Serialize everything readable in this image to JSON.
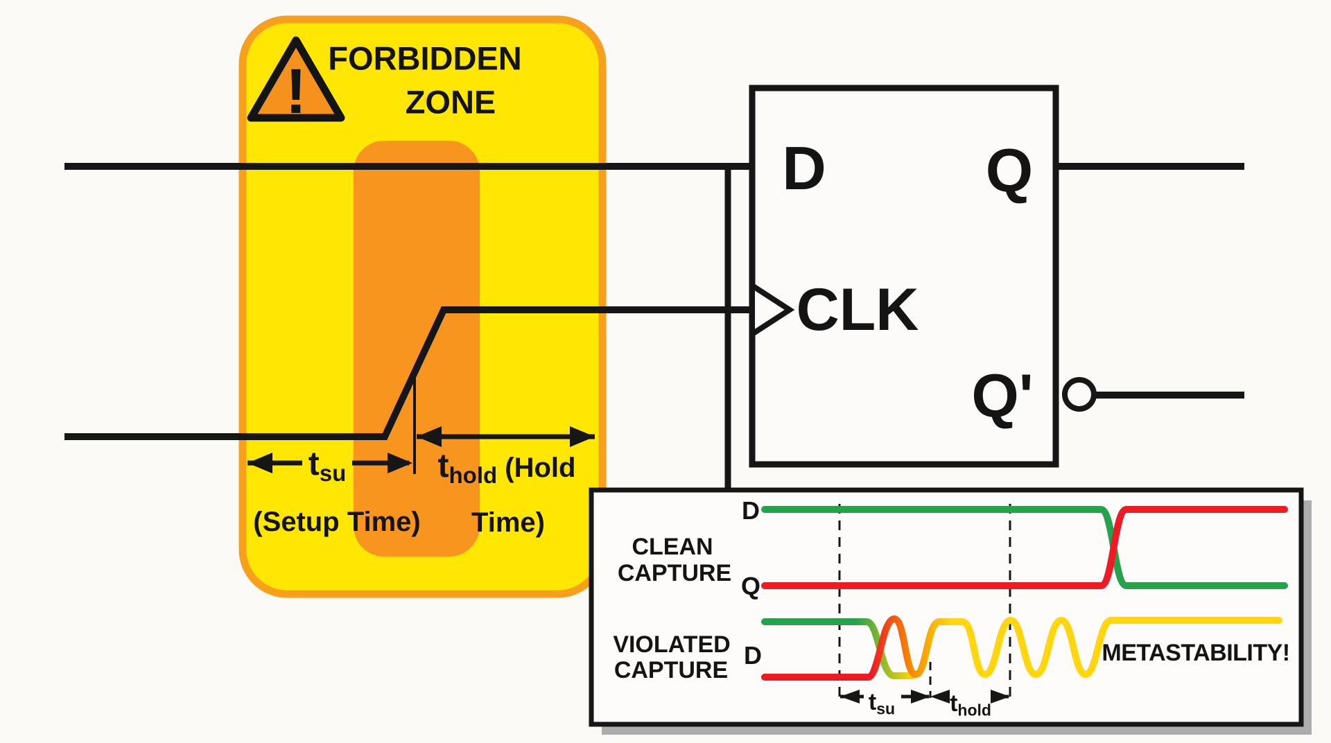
{
  "forbidden_zone": {
    "line1": "FORBIDDEN",
    "line2": "ZONE",
    "warning_glyph": "!"
  },
  "annotations": {
    "tsu": {
      "base": "t",
      "sub": "su",
      "caption": "(Setup Time)"
    },
    "thold": {
      "base": "t",
      "sub": "hold",
      "caption_inline": " (Hold",
      "caption_line2": "Time)"
    }
  },
  "flip_flop": {
    "d": "D",
    "q": "Q",
    "clk": "CLK",
    "q_bar": "Q'"
  },
  "timing_panel": {
    "clean": {
      "label_line1": "CLEAN",
      "label_line2": "CAPTURE",
      "d": "D",
      "q": "Q"
    },
    "violated": {
      "label_line1": "VIOLATED",
      "label_line2": "CAPTURE",
      "d": "D",
      "metastability": "METASTABILITY!"
    },
    "tsu": {
      "base": "t",
      "sub": "su"
    },
    "thold": {
      "base": "t",
      "sub": "hold"
    },
    "signals": {
      "clean_d": {
        "color": "green",
        "state": "high then falls after hold window"
      },
      "clean_q": {
        "color": "red",
        "state": "low then rises cleanly"
      },
      "violated_d": {
        "color": "green-red crossing",
        "state": "transition inside forbidden window"
      },
      "violated_output": {
        "color": "yellow",
        "state": "oscillates then settles high (metastable)"
      }
    }
  },
  "colors": {
    "background": "#fbfaf7",
    "zone_yellow": "#ffe703",
    "zone_border_orange": "#f7a01c",
    "band_orange": "#f8951e",
    "warning_triangle_orange": "#f5921e",
    "wire_black": "#161616",
    "trace_green": "#27a24c",
    "trace_red": "#ec1b24",
    "trace_metastable_yellow": "#ffd60f",
    "panel_shadow_gray": "#adadad",
    "panel_white": "#fdfcfb"
  },
  "icons": {
    "warning": "warning-triangle-icon",
    "clock_edge": "clock-edge-triangle-icon",
    "inverter_bubble": "inverter-bubble-icon"
  }
}
